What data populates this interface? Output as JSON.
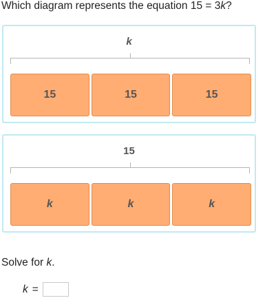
{
  "question": {
    "prefix": "Which diagram represents the equation 15 = 3",
    "var": "k",
    "suffix": "?"
  },
  "options": [
    {
      "top_label": "k",
      "boxes": [
        "15",
        "15",
        "15"
      ]
    },
    {
      "top_label": "15",
      "boxes": [
        "k",
        "k",
        "k"
      ]
    }
  ],
  "solve": {
    "prefix": "Solve for ",
    "var": "k",
    "suffix": "."
  },
  "answer": {
    "var": "k",
    "equals": "=",
    "value": "",
    "placeholder": ""
  }
}
